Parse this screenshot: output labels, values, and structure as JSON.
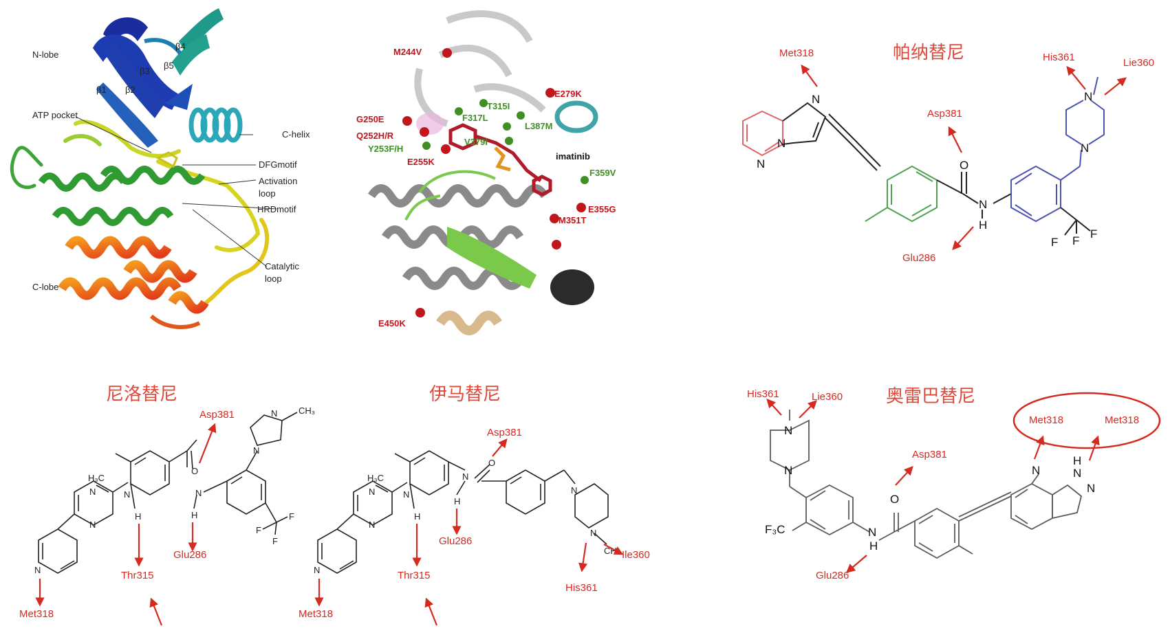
{
  "kinase_panel": {
    "labels": {
      "n_lobe": "N-lobe",
      "b1": "β1",
      "b2": "β2",
      "b3": "β3",
      "b4": "β4",
      "b5": "β5",
      "atp_pocket": "ATP pocket",
      "c_helix": "C-helix",
      "dfg_motif": "DFGmotif",
      "activation_1": "Activation",
      "activation_2": "loop",
      "hrd_motif": "HRDmotif",
      "catalytic_1": "Catalytic",
      "catalytic_2": "loop",
      "c_lobe": "C-lobe"
    }
  },
  "mutation_panel": {
    "red_mutations": [
      "M244V",
      "E279K",
      "G250E",
      "Q252H/R",
      "E255K",
      "E355G",
      "M351T",
      "E450K"
    ],
    "green_mutations": [
      "T315I",
      "F317L",
      "L387M",
      "V379I",
      "Y253F/H",
      "F359V"
    ],
    "ligand": "imatinib"
  },
  "titles": {
    "ponatinib": "帕纳替尼",
    "nilotinib": "尼洛替尼",
    "imatinib": "伊马替尼",
    "olverembatinib": "奥雷巴替尼"
  },
  "ponatinib_residues": [
    "Met318",
    "Asp381",
    "His361",
    "Lie360",
    "Glu286"
  ],
  "nilotinib_residues": [
    "Asp381",
    "Glu286",
    "Thr315",
    "Met318"
  ],
  "imatinib_residues": [
    "Asp381",
    "Glu286",
    "Thr315",
    "Met318",
    "Ile360",
    "His361"
  ],
  "olverembatinib_residues": [
    "His361",
    "Lie360",
    "Asp381",
    "Met318",
    "Met318",
    "Glu286"
  ],
  "atoms": {
    "N": "N",
    "O": "O",
    "H": "H",
    "F": "F",
    "H3C": "H₃C",
    "CH3": "CH₃",
    "F3C": "F₃C"
  },
  "colors": {
    "accent_red": "#d42a20",
    "mutation_red": "#c0161c",
    "mutation_green": "#3f8f25",
    "ponatinib_core_red": "#e0656a",
    "ponatinib_green": "#4ea24e",
    "ponatinib_blue": "#4a53b0"
  }
}
